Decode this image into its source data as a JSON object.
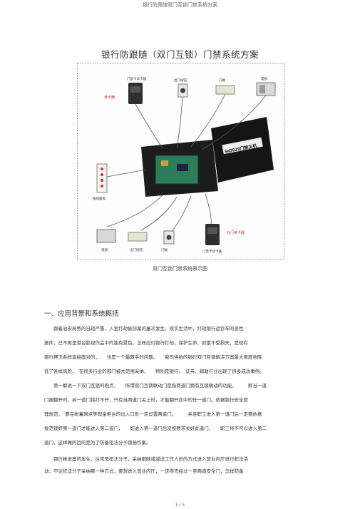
{
  "header": "银行防尾随双门互锁门禁系统方案",
  "title": "银行防跟随（双门互锁）门禁系统方案",
  "figure": {
    "caption": "双门互锁门禁系统表示图",
    "controller_label": "SW3020门禁主机",
    "top_tags": [
      "门禁卡读卡器",
      "出门按钮",
      "门磁",
      "电锁"
    ],
    "bottom_tags": [
      "电锁",
      "出门按钮",
      "门磁",
      "门禁卡读卡器"
    ],
    "left_tag": "读卡器",
    "bottom_right_tag": "外门读卡器",
    "panel_tag": "按钮面板"
  },
  "section1": {
    "heading": "一、应用背景和系统概括",
    "lines": [
      "跟着治安局势的日趋严重，入室打劫偷窃案的屡次发生，现实生活中，打劫银行运钞车的恶性",
      "案件，已不再是港台影视作品中的独有景色。怎样应付银行打劫，保护生命、财富不受损失，是现有",
      "银行押卫系统直接面对的，　　也是一个最棘手的问题。　　我司供给的银行双门互锁解决方案最大限度地降",
      "低了各样风险，　在很多行业的部门被大范围采纳，　　特别是银行、　证券、邮政行业出现了很多成功事例。",
      "第一解说一下双门互锁的观点，　　所谓双门互锁联动门是指两道门拥有互锁联动的功能，　　　即当一道",
      "门被翻开时，另一道门将打不开，只有当两道门关上时，才能翻开此中的任一道门。依据银行安全管",
      "理规范，　要在帐蓄网点等现金柜台的出入口处一定设置两道门，　　　并且职工进入第一道门后一定要依据",
      "规范锁好第一道门才能进入第二道门，　　如进入第一道门后没按要求关好此道门，　　职工将不可以进入第二",
      "道门，这样做的目的是为了防备犯法分子跟随作案。",
      "银行推进案的发生，往常是犯法分子，采纳跟随或威迫工作人员的方式进入营业内厅进行犯法活",
      "动，不论犯法分子采纳哪一种方式，要想进入营业内厅，一定得先经过一至两道安全门，怎样防备"
    ]
  },
  "page": "1 / 5"
}
